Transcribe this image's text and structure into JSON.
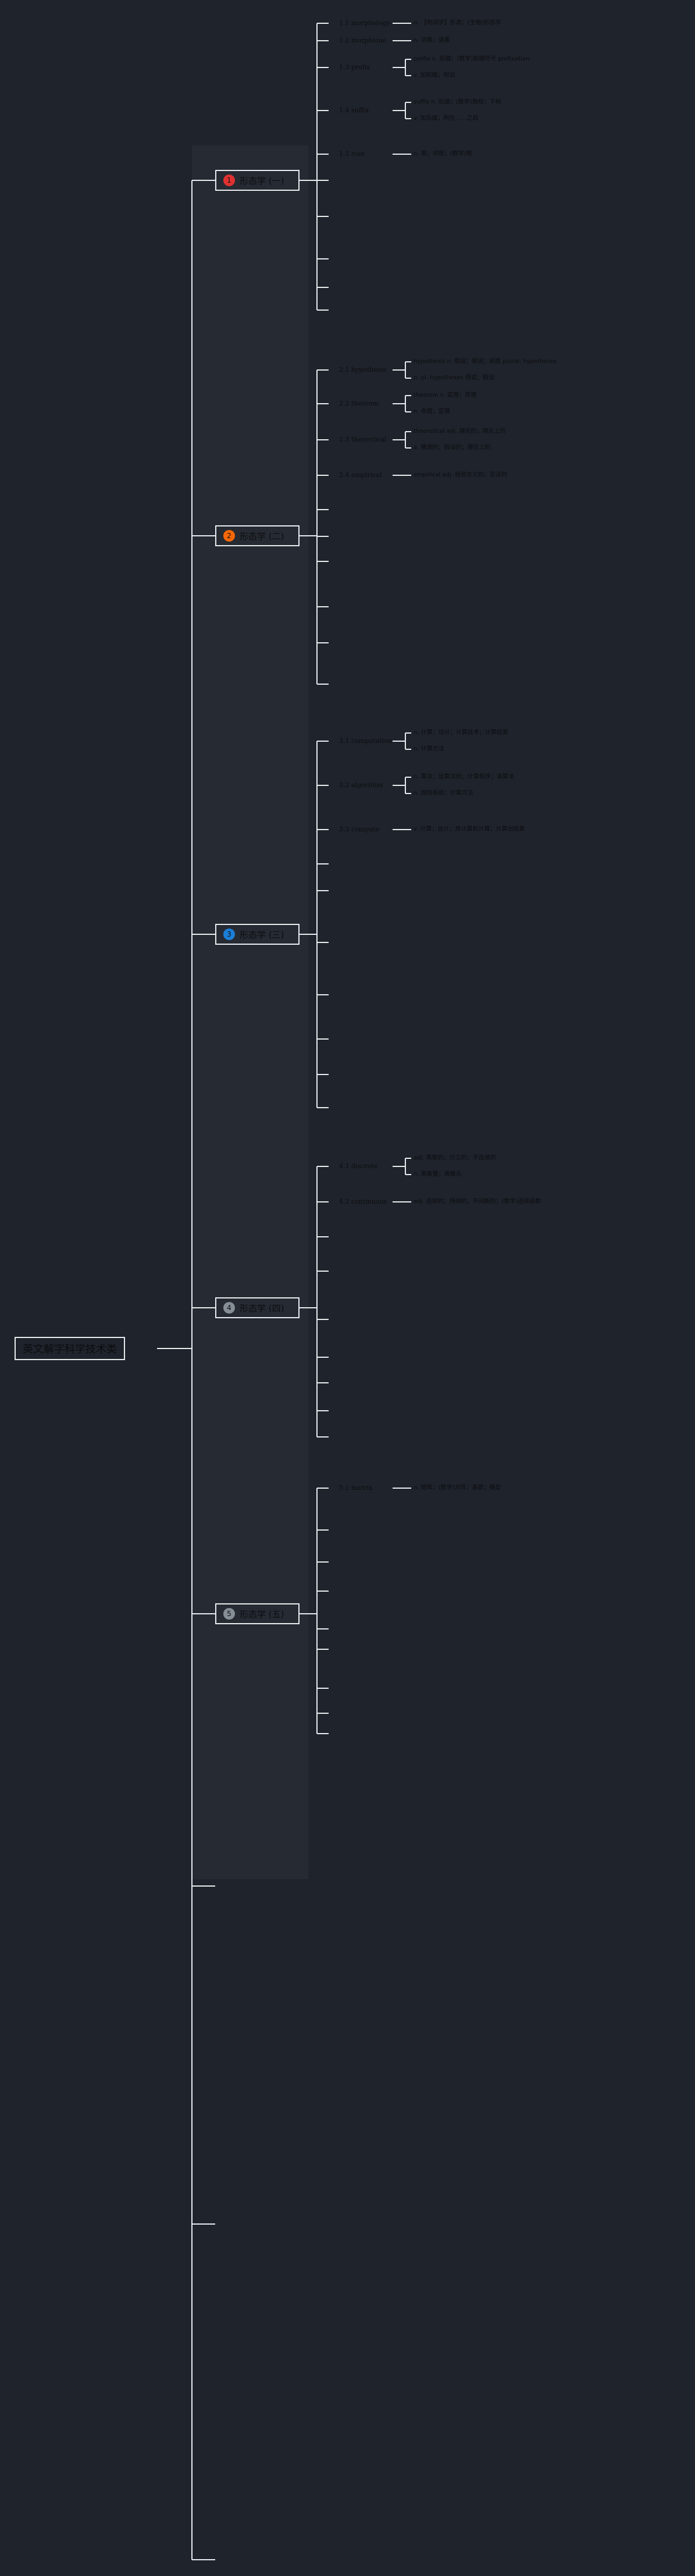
{
  "root": {
    "label": "英文解字科学技术类"
  },
  "sections": [
    {
      "id": 1,
      "label": "形态学 (一)",
      "badge": "1",
      "badge_color": "#e03131",
      "words": [
        {
          "num": "1.1",
          "word": "morphology",
          "defs": [
            "n. 【构词学】形态；(生物)形态学"
          ]
        },
        {
          "num": "1.2",
          "word": "morpheme",
          "defs": [
            "n. 词素；语素"
          ]
        },
        {
          "num": "1.3",
          "word": "prefix",
          "defs": [
            "prefix n. 前缀；(数学)前缀符号 prefixation",
            "v. 加前缀；附加"
          ]
        },
        {
          "num": "1.4",
          "word": "suffix",
          "defs": [
            "suffix n. 后缀；(数学)角标；下标",
            "v. 加后缀；附在……之后"
          ]
        },
        {
          "num": "1.5",
          "word": "root",
          "defs": [
            "n. 根；词根；(数学)根"
          ]
        }
      ]
    },
    {
      "id": 2,
      "label": "形态学 (二)",
      "badge": "2",
      "badge_color": "#f76707",
      "words": [
        {
          "num": "2.1",
          "word": "hypothesis",
          "defs": [
            "hypothesis n. 假设；假说；前提 plural: hypotheses",
            "n. pl. hypotheses 假说；假设"
          ]
        },
        {
          "num": "2.2",
          "word": "theorem",
          "defs": [
            "theorem n. 定理；原理",
            "n. 命题；定理"
          ]
        },
        {
          "num": "2.3",
          "word": "theoretical",
          "defs": [
            "theoretical adj. 理论的；理论上的",
            "a. 推测的；假设的；理论上的"
          ]
        },
        {
          "num": "2.4",
          "word": "empirical",
          "defs": [
            "empirical adj. 经验主义的；实证的"
          ]
        }
      ]
    },
    {
      "id": 3,
      "label": "形态学 (三)",
      "badge": "3",
      "badge_color": "#1c7ed6",
      "words": [
        {
          "num": "3.1",
          "word": "computation",
          "defs": [
            "n. 计算；估计；计算技术；计算结果",
            "n. 计算方法"
          ]
        },
        {
          "num": "3.2",
          "word": "algorithm",
          "defs": [
            "n. 算法；运算法则；计算程序；演算法",
            "n. 规则系统；计算方法"
          ]
        },
        {
          "num": "3.3",
          "word": "compute",
          "defs": [
            "v. 计算；估计；用计算机计算；计算出结果"
          ]
        }
      ]
    },
    {
      "id": 4,
      "label": "形态学 (四)",
      "badge": "4",
      "badge_color": "#868e96",
      "words": [
        {
          "num": "4.1",
          "word": "discrete",
          "defs": [
            "adj. 离散的；分立的；不连续的",
            "n. 离散量；离散元"
          ]
        },
        {
          "num": "4.2",
          "word": "continuous",
          "defs": [
            "adj. 连续的；持续的；不间断的；(数学)连续函数"
          ]
        }
      ]
    },
    {
      "id": 5,
      "label": "形态学 (五)",
      "badge": "5",
      "badge_color": "#868e96",
      "words": [
        {
          "num": "5.1",
          "word": "matrix",
          "defs": [
            "n. 矩阵；(数学)方阵；基质；模型"
          ]
        }
      ]
    }
  ]
}
